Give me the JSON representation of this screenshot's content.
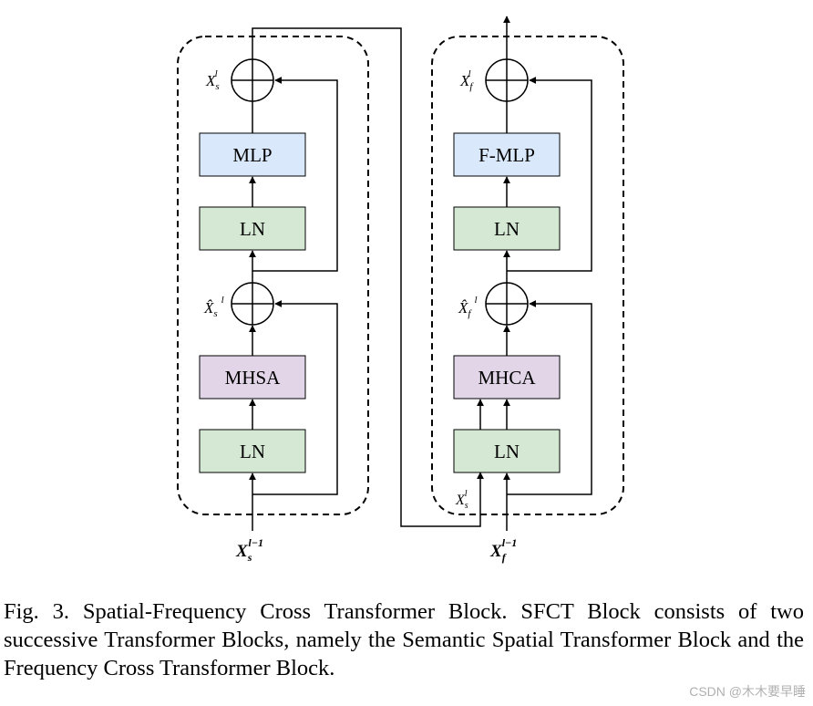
{
  "spatial_block": {
    "mlp_label": "MLP",
    "ln_top_label": "LN",
    "attn_label": "MHSA",
    "ln_bottom_label": "LN",
    "out_var": {
      "base": "X",
      "sub": "s",
      "sup": "l"
    },
    "mid_var": {
      "base": "X̂",
      "sub": "s",
      "sup": "l"
    },
    "in_var": {
      "base": "X",
      "sub": "s",
      "sup": "l−1"
    }
  },
  "frequency_block": {
    "mlp_label": "F-MLP",
    "ln_top_label": "LN",
    "attn_label": "MHCA",
    "ln_bottom_label": "LN",
    "out_var": {
      "base": "X",
      "sub": "f",
      "sup": "l"
    },
    "mid_var": {
      "base": "X̂",
      "sub": "f",
      "sup": "l"
    },
    "cross_var": {
      "base": "X",
      "sub": "s",
      "sup": "l"
    },
    "in_var": {
      "base": "X",
      "sub": "f",
      "sup": "l−1"
    }
  },
  "colors": {
    "mlp_fill": "#dae8fc",
    "ln_fill": "#d5e8d4",
    "attn_fill": "#e1d5e7"
  },
  "caption": "Fig. 3.  Spatial-Frequency Cross Transformer Block. SFCT Block consists of two successive Transformer Blocks, namely the Semantic Spatial Transformer Block and the Frequency Cross Transformer Block.",
  "watermark": "CSDN @木木要早睡"
}
